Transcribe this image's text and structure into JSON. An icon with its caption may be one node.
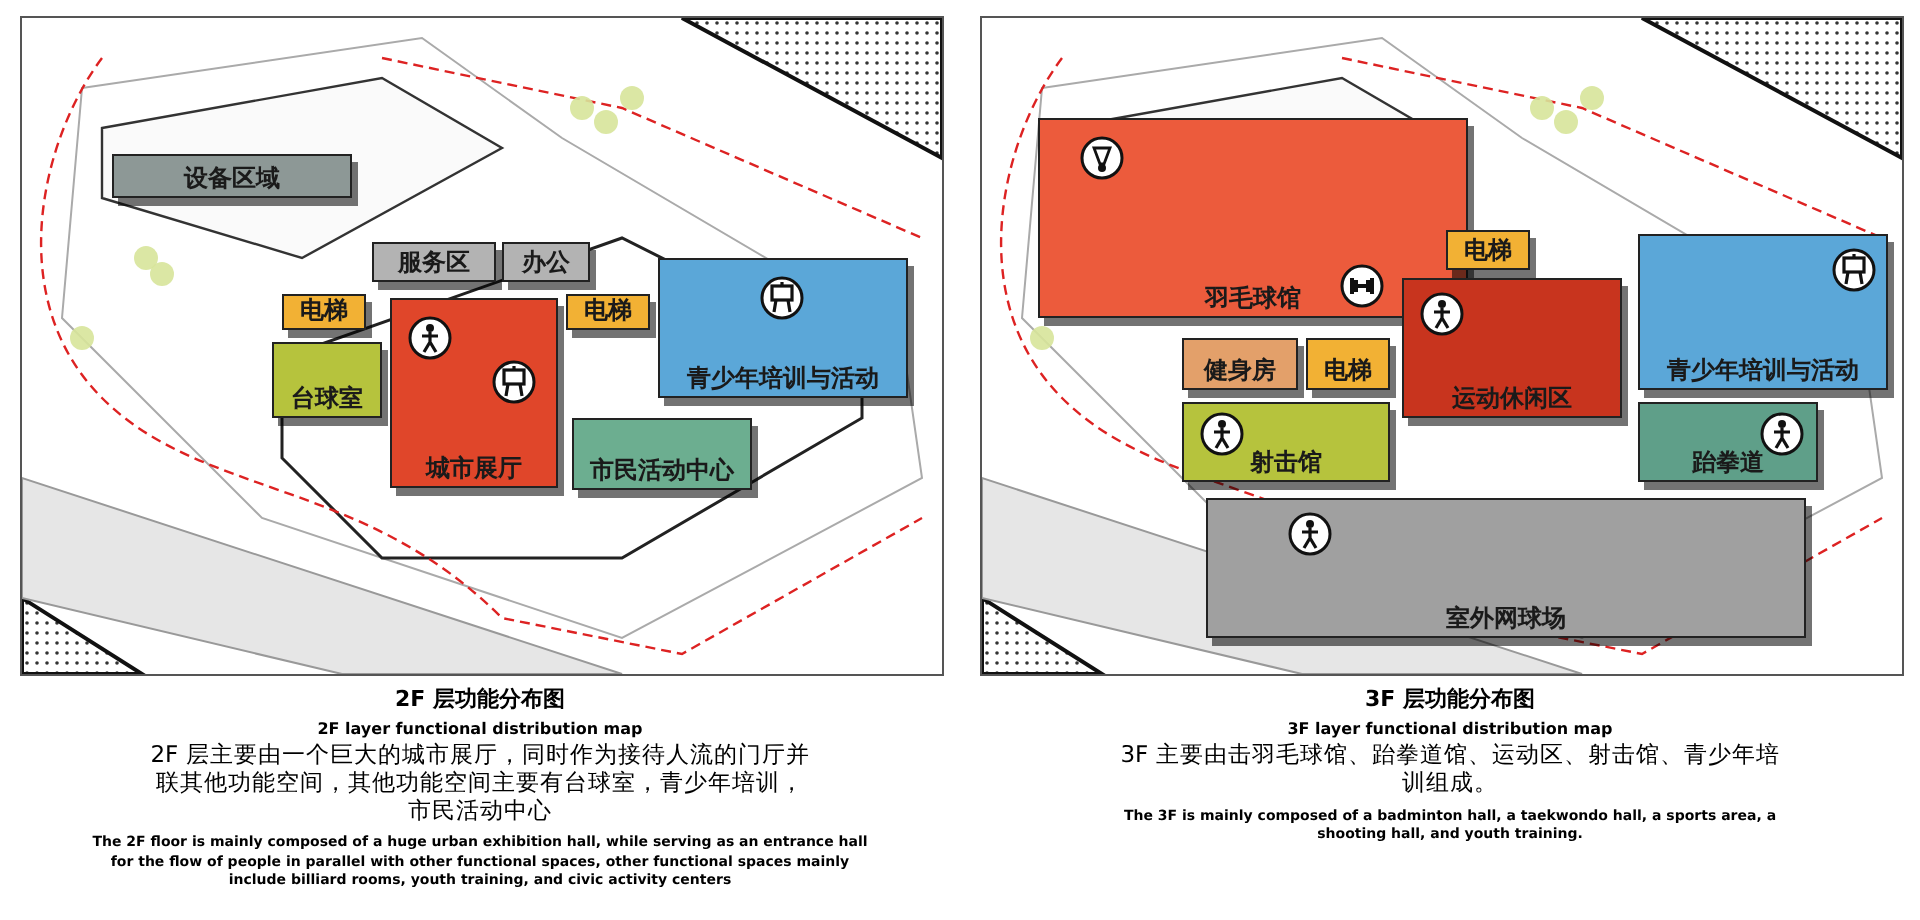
{
  "diagram": {
    "nodes": [
      {
        "text": [
          "设备区域"
        ]
      },
      {
        "text": [
          "服务区"
        ]
      },
      {
        "text": [
          "办公"
        ]
      },
      {
        "text": [
          "电梯"
        ]
      },
      {
        "text": [
          "电梯"
        ]
      },
      {
        "text": [
          "台球室"
        ]
      },
      {
        "text": [
          "城市展厅"
        ]
      },
      {
        "text": [
          "青少年培训与活动"
        ]
      },
      {
        "text": [
          "市民活动中心"
        ]
      },
      {
        "text": [
          "羽毛球馆"
        ]
      },
      {
        "text": [
          "健身房"
        ]
      },
      {
        "text": [
          "电梯"
        ]
      },
      {
        "text": [
          "射击馆"
        ]
      },
      {
        "text": [
          "运动休闲区"
        ]
      },
      {
        "text": [
          "电梯"
        ]
      },
      {
        "text": [
          "青少年培训与活动"
        ]
      },
      {
        "text": [
          "跆拳道"
        ]
      },
      {
        "text": [
          "室外网球场"
        ]
      }
    ],
    "edges": [],
    "labels": [
      "2F 层功能分布图",
      "2F layer functional distribution map",
      "2F 层主要由一个巨大的城市展厅，同时作为接待人流的门厅并联其他功能空间，其他功能空间主要有台球室，青少年培训，市民活动中心",
      "The 2F floor is mainly composed of a huge urban exhibition hall, while serving as an entrance hall for the flow of people in parallel with other functional spaces, other functional spaces mainly include billiard rooms, youth training, and civic activity centers",
      "3F 层功能分布图",
      "3F layer functional distribution map",
      "3F 主要由击羽毛球馆、跆拳道馆、运动区、射击馆、青少年培训组成。",
      "The 3F is mainly composed of a badminton hall, a taekwondo hall, a sports area, a shooting hall, and youth training."
    ]
  }
}
